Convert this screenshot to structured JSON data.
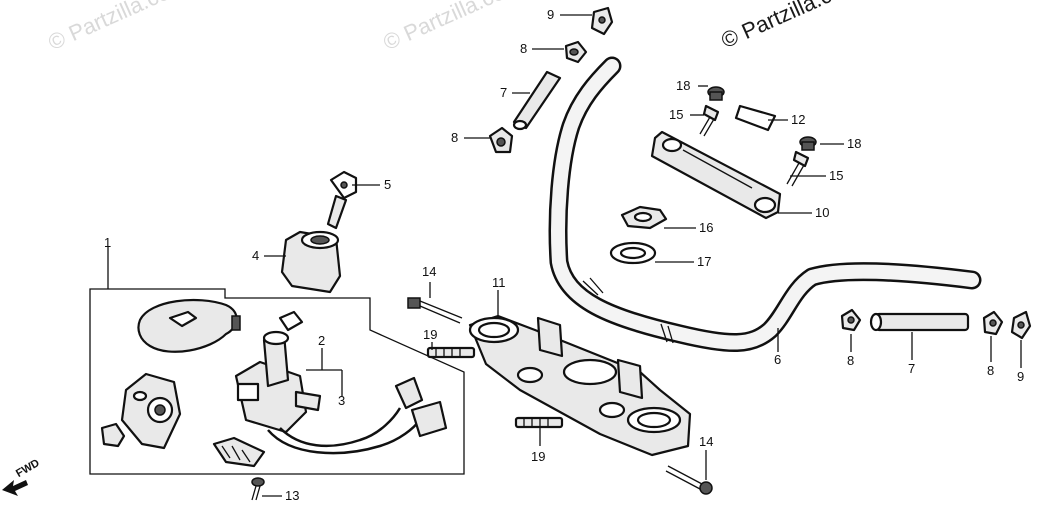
{
  "watermarks": {
    "faint_text": "© Partzilla.com",
    "dark_text": "© Partzilla.com"
  },
  "direction_marker": {
    "text": "FWD",
    "icon": "arrow-left-icon"
  },
  "callouts": [
    {
      "id": "c1",
      "text": "1"
    },
    {
      "id": "c2",
      "text": "2"
    },
    {
      "id": "c3",
      "text": "3"
    },
    {
      "id": "c4",
      "text": "4"
    },
    {
      "id": "c5",
      "text": "5"
    },
    {
      "id": "c6",
      "text": "6"
    },
    {
      "id": "c7a",
      "text": "7"
    },
    {
      "id": "c7b",
      "text": "7"
    },
    {
      "id": "c8a",
      "text": "8"
    },
    {
      "id": "c8b",
      "text": "8"
    },
    {
      "id": "c8c",
      "text": "8"
    },
    {
      "id": "c8d",
      "text": "8"
    },
    {
      "id": "c9a",
      "text": "9"
    },
    {
      "id": "c9b",
      "text": "9"
    },
    {
      "id": "c10",
      "text": "10"
    },
    {
      "id": "c11",
      "text": "11"
    },
    {
      "id": "c12",
      "text": "12"
    },
    {
      "id": "c13",
      "text": "13"
    },
    {
      "id": "c14a",
      "text": "14"
    },
    {
      "id": "c14b",
      "text": "14"
    },
    {
      "id": "c15a",
      "text": "15"
    },
    {
      "id": "c15b",
      "text": "15"
    },
    {
      "id": "c16",
      "text": "16"
    },
    {
      "id": "c17",
      "text": "17"
    },
    {
      "id": "c18a",
      "text": "18"
    },
    {
      "id": "c18b",
      "text": "18"
    },
    {
      "id": "c19a",
      "text": "19"
    },
    {
      "id": "c19b",
      "text": "19"
    }
  ]
}
